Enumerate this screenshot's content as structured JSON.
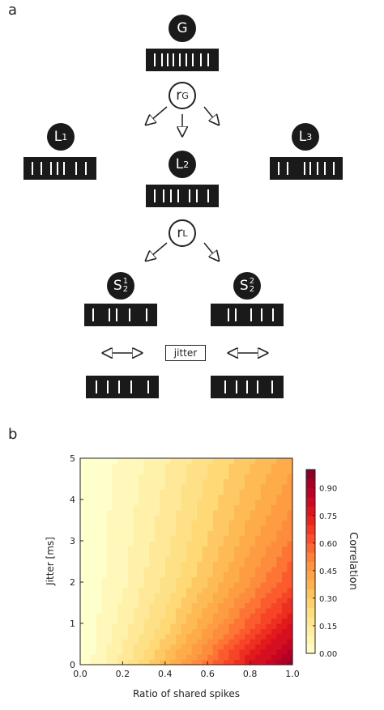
{
  "panel_a": {
    "label": "a",
    "nodes": {
      "G": {
        "main": "G",
        "sub": "",
        "sup": ""
      },
      "rG": {
        "main": "r",
        "sub": "G",
        "sup": ""
      },
      "L1": {
        "main": "L",
        "sub": "1",
        "sup": ""
      },
      "L2": {
        "main": "L",
        "sub": "2",
        "sup": ""
      },
      "L3": {
        "main": "L",
        "sub": "3",
        "sup": ""
      },
      "rL": {
        "main": "r",
        "sub": "L",
        "sup": ""
      },
      "S21": {
        "main": "S",
        "sub": "2",
        "sup": "1"
      },
      "S22": {
        "main": "S",
        "sub": "2",
        "sup": "2"
      }
    },
    "jitter_label": "jitter",
    "spike_trains": {
      "G": [
        0.12,
        0.22,
        0.3,
        0.38,
        0.47,
        0.55,
        0.64,
        0.75,
        0.86
      ],
      "L1": [
        0.12,
        0.24,
        0.38,
        0.47,
        0.55,
        0.72,
        0.86
      ],
      "L2": [
        0.12,
        0.24,
        0.34,
        0.44,
        0.6,
        0.7,
        0.86
      ],
      "L3": [
        0.12,
        0.24,
        0.48,
        0.56,
        0.65,
        0.75,
        0.88
      ],
      "S21_top": [
        0.12,
        0.34,
        0.44,
        0.62,
        0.86
      ],
      "S22_top": [
        0.24,
        0.34,
        0.56,
        0.7,
        0.86
      ],
      "S21_bot": [
        0.14,
        0.3,
        0.46,
        0.62,
        0.86
      ],
      "S22_bot": [
        0.2,
        0.36,
        0.5,
        0.64,
        0.84
      ]
    }
  },
  "panel_b": {
    "label": "b",
    "colors": {
      "stops": [
        "#ffffcc",
        "#ffeda0",
        "#fed976",
        "#feb24c",
        "#fd8d3c",
        "#fc4e2a",
        "#e31a1c",
        "#bd0026",
        "#800026"
      ]
    }
  },
  "chart_data": {
    "type": "heatmap",
    "title": "",
    "xlabel": "Ratio of shared spikes",
    "ylabel": "Jitter [ms]",
    "colorbar_label": "Correlation",
    "xlim": [
      0.0,
      1.0
    ],
    "ylim": [
      0,
      5
    ],
    "x_ticks": [
      "0.0",
      "0.2",
      "0.4",
      "0.6",
      "0.8",
      "1.0"
    ],
    "y_ticks": [
      "0",
      "1",
      "2",
      "3",
      "4",
      "5"
    ],
    "colorbar_ticks": [
      "0.00",
      "0.15",
      "0.30",
      "0.45",
      "0.60",
      "0.75",
      "0.90"
    ],
    "colorbar_range": [
      0.0,
      1.0
    ],
    "x": [
      0.0,
      0.2,
      0.4,
      0.6,
      0.8,
      1.0
    ],
    "y": [
      0,
      1,
      2,
      3,
      4,
      5
    ],
    "z": [
      [
        0.0,
        0.17,
        0.37,
        0.58,
        0.8,
        0.98
      ],
      [
        0.0,
        0.12,
        0.27,
        0.44,
        0.62,
        0.8
      ],
      [
        0.0,
        0.09,
        0.21,
        0.35,
        0.5,
        0.65
      ],
      [
        0.0,
        0.08,
        0.18,
        0.3,
        0.43,
        0.56
      ],
      [
        0.0,
        0.07,
        0.16,
        0.27,
        0.38,
        0.49
      ],
      [
        0.0,
        0.06,
        0.14,
        0.24,
        0.34,
        0.44
      ]
    ],
    "grid": false,
    "legend": "colorbar-right"
  }
}
